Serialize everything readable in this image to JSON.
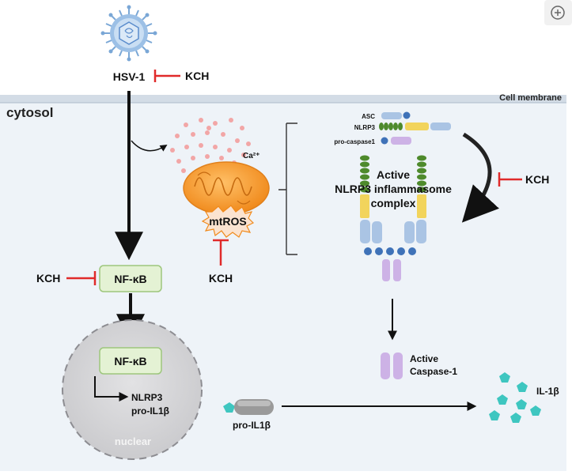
{
  "virus": {
    "label": "HSV-1",
    "icon": "virus-icon"
  },
  "inhibitor": {
    "label": "KCH"
  },
  "membrane": {
    "label": "Cell membrane"
  },
  "cytosol": {
    "label": "cytosol"
  },
  "mito": {
    "calcium": "Ca²⁺",
    "mtros": "mtROS"
  },
  "nfkb": {
    "cyto_label": "NF-κB",
    "nuc_label": "NF-κB"
  },
  "nucleus": {
    "label": "nuclear",
    "genes": [
      "NLRP3",
      "pro-IL1β"
    ]
  },
  "inflammasome": {
    "legend": [
      "ASC",
      "NLRP3",
      "pro-caspase1"
    ],
    "title_lines": [
      "Active",
      "NLRP3 inflammasome",
      "complex"
    ]
  },
  "caspase": {
    "lines": [
      "Active",
      "Caspase-1"
    ]
  },
  "pro_il1b": {
    "label": "pro-IL1β"
  },
  "il1b": {
    "label": "IL-1β"
  },
  "colors": {
    "cytosol_bg": "#eef3f8",
    "membrane": "#c9d4df",
    "inhibit": "#e02a2a",
    "nfkb_fill": "#e4f2d4",
    "nucleus_fill": "#d6d6d8",
    "mito": "#f7a33a",
    "lrr_green": "#4e8a2c",
    "nacht_yellow": "#f2d45c",
    "pyd_blue": "#aac4e4",
    "card_blue": "#3f72b8",
    "caspase_purple": "#cdb2e6",
    "il1b_teal": "#3ec6c0"
  }
}
